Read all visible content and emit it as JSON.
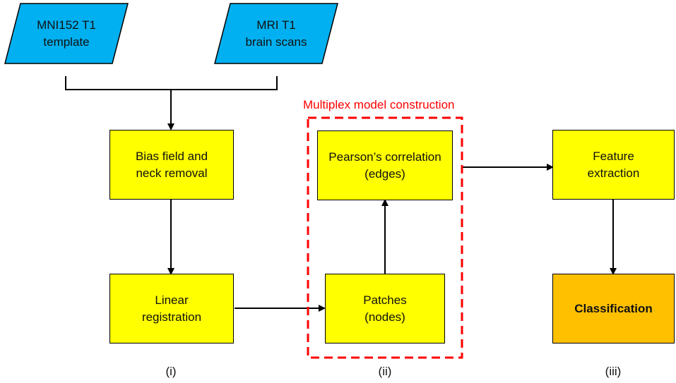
{
  "inputs": {
    "template": "MNI152 T1\ntemplate",
    "scans": "MRI T1\nbrain scans"
  },
  "steps": {
    "bias_field": "Bias field and\nneck removal",
    "linear_registration": "Linear\nregistration",
    "pearson": "Pearson’s correlation\n(edges)",
    "patches": "Patches\n(nodes)",
    "feature_extraction": "Feature\nextraction",
    "classification": "Classification"
  },
  "group": {
    "title": "Multiplex model construction"
  },
  "stages": [
    "(i)",
    "(ii)",
    "(iii)"
  ],
  "colors": {
    "input_fill": "#00b0f0",
    "step_fill": "#ffff00",
    "output_fill": "#ffc000",
    "group_border": "#ff0000"
  }
}
